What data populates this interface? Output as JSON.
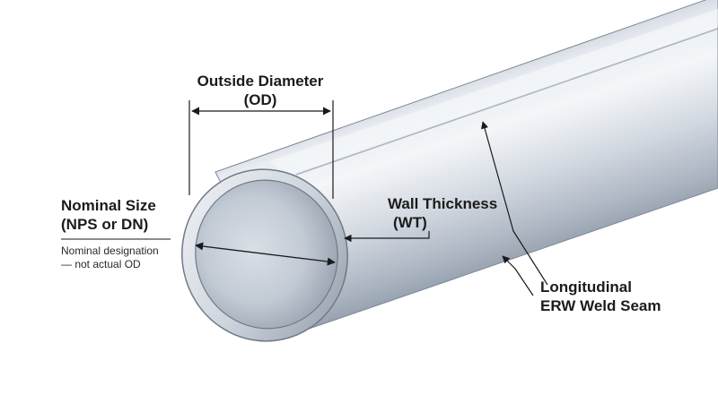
{
  "labels": {
    "od": {
      "line1": "Outside Diameter",
      "line2": "(OD)"
    },
    "nominal": {
      "line1": "Nominal Size",
      "line2": "(NPS or DN)",
      "note_line1": "Nominal designation",
      "note_line2": "— not actual OD"
    },
    "wall": {
      "line1": "Wall Thickness",
      "line2": "(WT)"
    },
    "seam": {
      "line1": "Longitudinal",
      "line2": "ERW Weld Seam"
    }
  },
  "colors": {
    "pipe_light": "#eef1f5",
    "pipe_mid": "#c9d0d9",
    "pipe_dark": "#8b96a4",
    "line": "#1a1a1a"
  }
}
